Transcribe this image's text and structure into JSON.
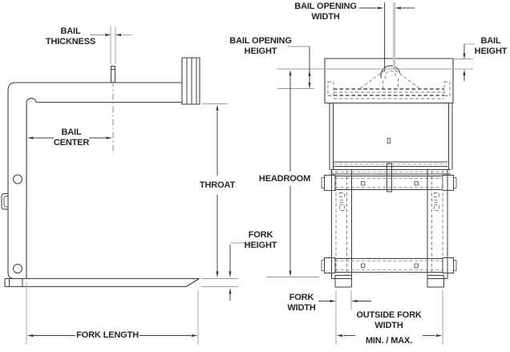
{
  "colors": {
    "line": "#3d3d3d",
    "light_line": "#9d9d9d",
    "hidden_line": "#787878",
    "text": "#262626",
    "bail_shade": "#c9c9c9",
    "background": "#ffffff"
  },
  "side_view": {
    "labels": {
      "bail_thickness": "BAIL\nTHICKNESS",
      "bail_center": "BAIL\nCENTER",
      "throat": "THROAT",
      "fork_height": "FORK\nHEIGHT",
      "fork_length": "FORK LENGTH"
    }
  },
  "front_view": {
    "labels": {
      "bail_opening_width": "BAIL OPENING\nWIDTH",
      "bail_opening_height": "BAIL OPENING\nHEIGHT",
      "bail_height": "BAIL\nHEIGHT",
      "headroom": "HEADROOM",
      "fork_width": "FORK\nWIDTH",
      "outside_fork_width": "OUTSIDE FORK\nWIDTH",
      "outside_fork_width_note": "MIN. / MAX."
    }
  }
}
